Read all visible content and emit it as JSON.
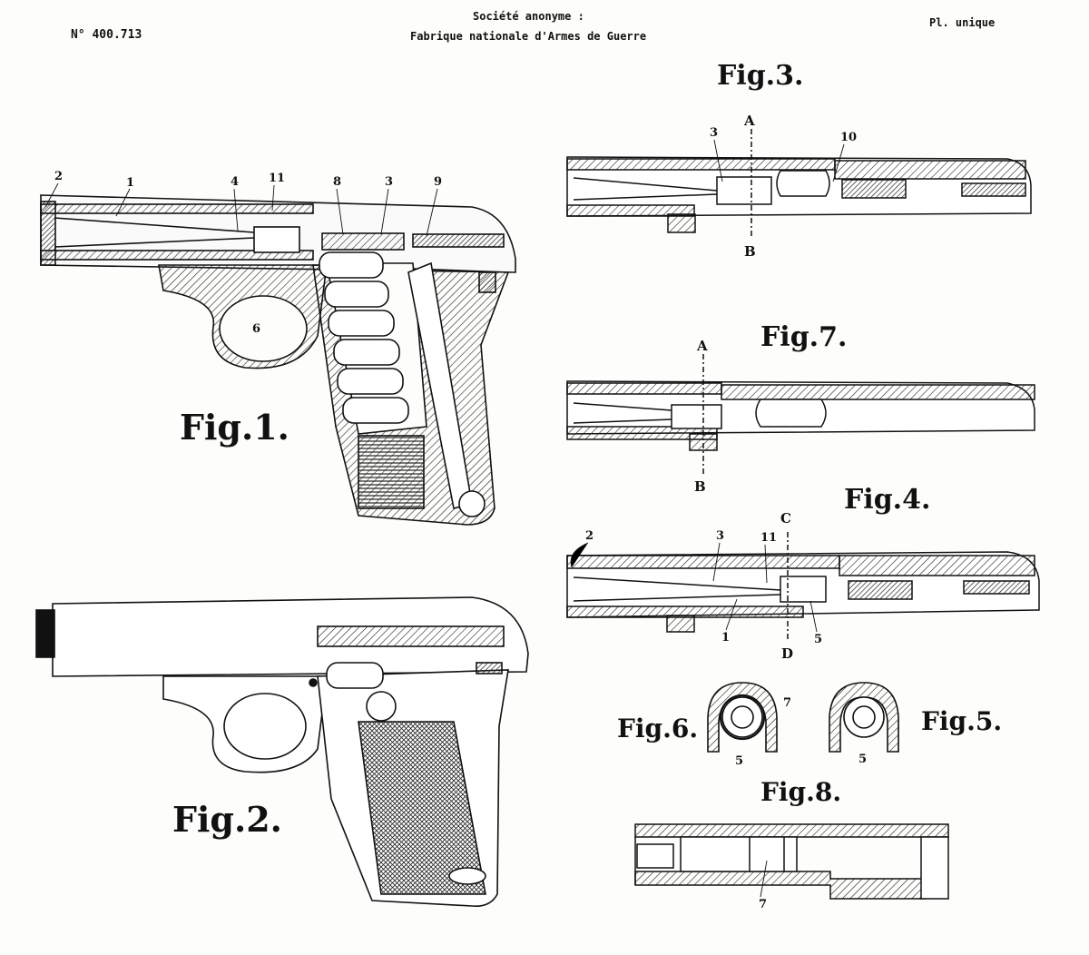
{
  "header": {
    "patent_number": "N° 400.713",
    "company_line1": "Société anonyme :",
    "company_line2": "Fabrique nationale d'Armes de Guerre",
    "plate": "Pl. unique"
  },
  "figures": {
    "fig1": "Fig.1.",
    "fig2": "Fig.2.",
    "fig3": "Fig.3.",
    "fig4": "Fig.4.",
    "fig5": "Fig.5.",
    "fig6": "Fig.6.",
    "fig7": "Fig.7.",
    "fig8": "Fig.8."
  },
  "fig1_callouts": [
    "2",
    "1",
    "4",
    "11",
    "8",
    "3",
    "9",
    "6"
  ],
  "fig3_callouts": [
    "3",
    "A",
    "10",
    "B"
  ],
  "fig7_callouts": [
    "A",
    "B"
  ],
  "fig4_callouts": [
    "2",
    "3",
    "11",
    "C",
    "1",
    "D",
    "5"
  ],
  "fig6_callouts": [
    "7",
    "5"
  ],
  "fig5_callouts": [
    "5"
  ],
  "fig8_callouts": [
    "7"
  ]
}
